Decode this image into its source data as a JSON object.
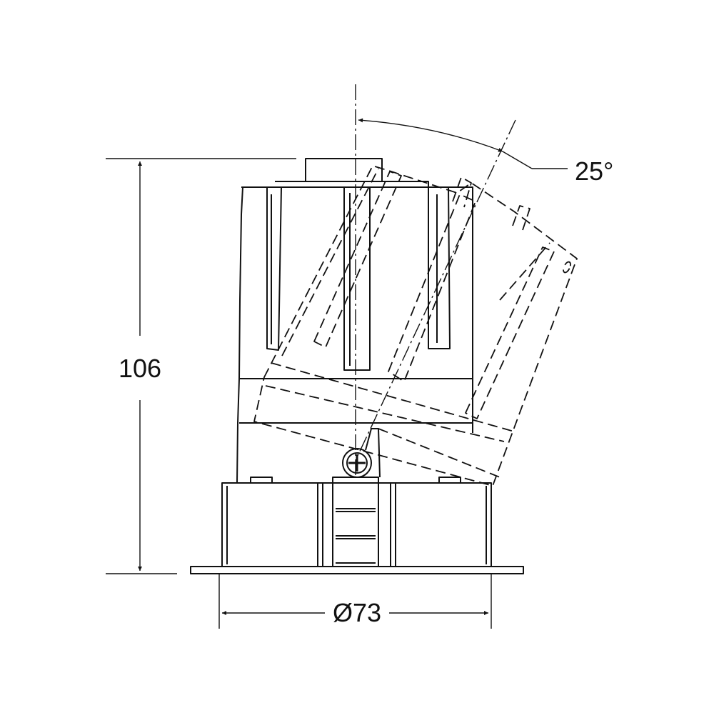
{
  "dimensions": {
    "height": "106",
    "diameter": "Ø73",
    "tilt_angle": "25°"
  },
  "colors": {
    "line": "#111111",
    "background": "#ffffff"
  }
}
